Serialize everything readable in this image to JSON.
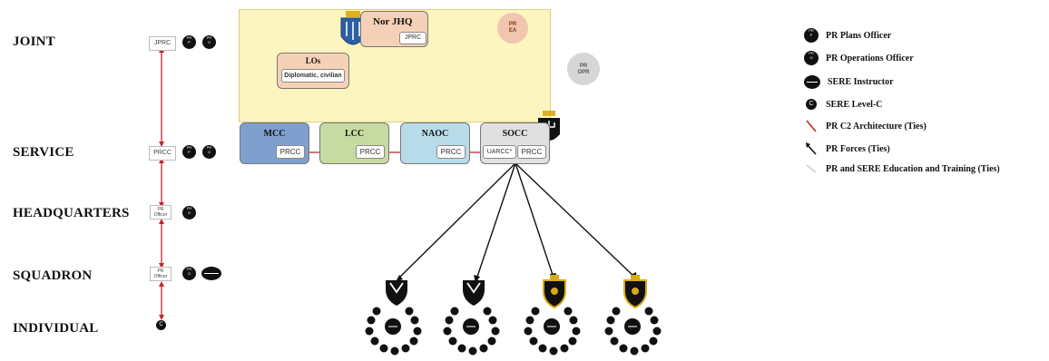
{
  "levels": {
    "joint": "JOINT",
    "service": "SERVICE",
    "headquarters": "HEADQUARTERS",
    "squadron": "SQUADRON",
    "individual": "INDIVIDUAL"
  },
  "ladder": {
    "jprc": "JPRC",
    "prcc": "PRCC",
    "pr_officer_hq": "PR Officer",
    "pr_officer_sq": "PR Officer"
  },
  "circle_marks": {
    "pr": "PR",
    "plans": "P",
    "ops": "O",
    "level_c": "C"
  },
  "hq": {
    "title": "Nor JHQ",
    "jprc": "JPRC",
    "pr_ea_line1": "PR",
    "pr_ea_line2": "EA",
    "los_title": "LOs",
    "los_sub": "Diplomatic, civilian",
    "pr_opr_line1": "PR",
    "pr_opr_line2": "OPR"
  },
  "components": {
    "mcc": "MCC",
    "lcc": "LCC",
    "naoc": "NAOC",
    "socc": "SOCC",
    "prcc": "PRCC",
    "uarcc": "UARCC*"
  },
  "legend": {
    "plans_officer": "PR Plans Officer",
    "operations_officer": "PR Operations Officer",
    "sere_instructor": "SERE Instructor",
    "sere_level_c": "SERE Level-C",
    "c2_architecture": "PR C2 Architecture (Ties)",
    "forces": "PR Forces (Ties)",
    "education_training": "PR and SERE Education and Training (Ties)"
  },
  "colors": {
    "c2_line": "#c0262d",
    "forces_line": "#111111",
    "training_line": "#cfcfcf",
    "hq_bg": "#fdf5bf",
    "mcc": "#7f9fcf",
    "lcc": "#c6dba1",
    "naoc": "#b8dbe9",
    "socc": "#e0e0e0",
    "los": "#f5d2b7",
    "pr_ea": "#f2c6ae",
    "pr_opr": "#d6d6d6"
  }
}
